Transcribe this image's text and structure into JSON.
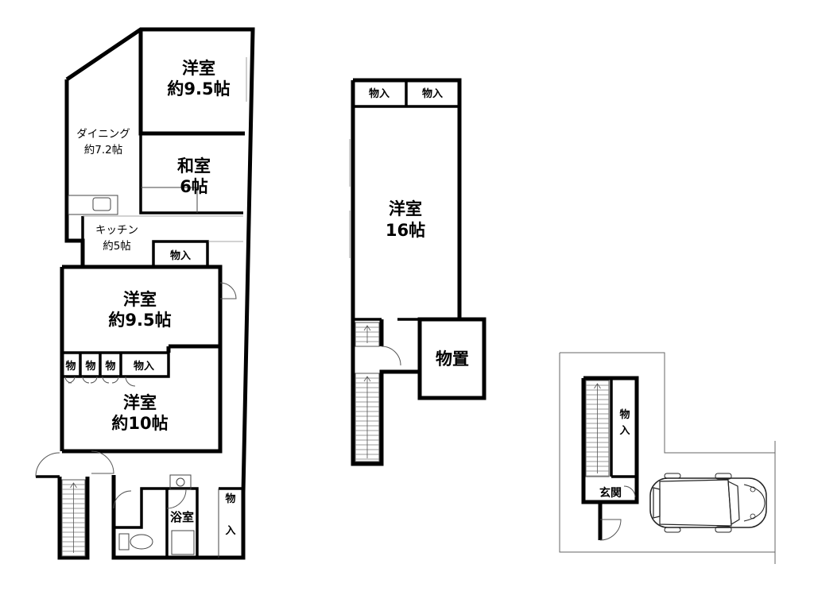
{
  "floor1": {
    "room_western_top": {
      "name": "洋室",
      "size": "約9.5帖"
    },
    "room_japanese": {
      "name": "和室",
      "size": "6帖"
    },
    "dining": {
      "name": "ダイニング",
      "size": "約7.2帖"
    },
    "kitchen": {
      "name": "キッチン",
      "size": "約5帖"
    },
    "storage_kitchen": "物入",
    "room_western_mid": {
      "name": "洋室",
      "size": "約9.5帖"
    },
    "closets": [
      "物",
      "物",
      "物",
      "物入"
    ],
    "room_western_bottom": {
      "name": "洋室",
      "size": "約10帖"
    },
    "bath": "浴室",
    "storage_bath": "物入"
  },
  "floor2": {
    "storage_left": "物入",
    "storage_right": "物入",
    "room_western": {
      "name": "洋室",
      "size": "16帖"
    },
    "shed": "物置"
  },
  "floor0": {
    "storage": "物入",
    "entrance": "玄関"
  },
  "icons": [
    "car-icon",
    "stairs-icon",
    "toilet-icon",
    "sink-icon",
    "bathtub-icon"
  ]
}
